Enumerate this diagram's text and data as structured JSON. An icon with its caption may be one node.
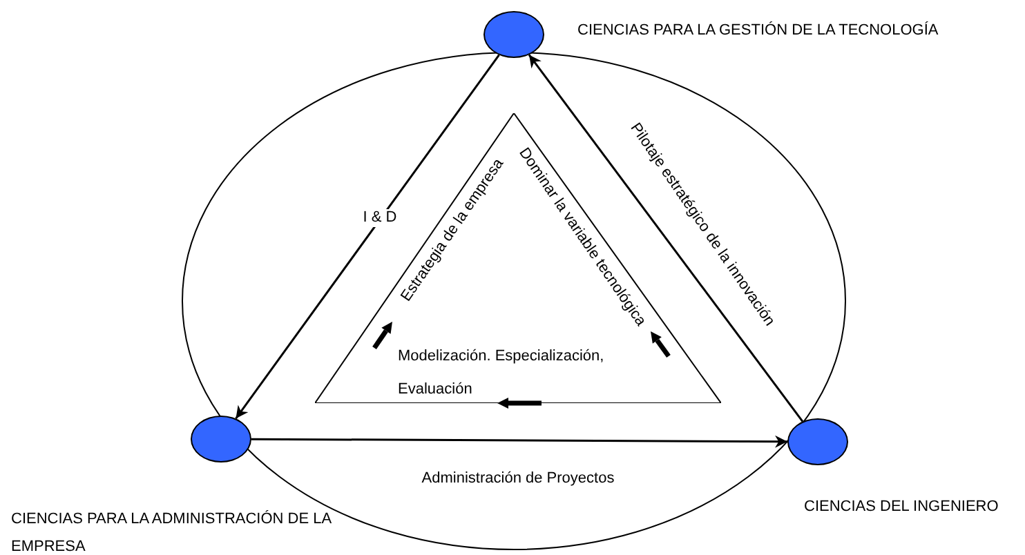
{
  "diagram": {
    "nodes": [
      {
        "text": [],
        "shape": "circle",
        "beside": [
          "CIENCIAS PARA LA GESTIÓN DE LA TECNOLOGÍA"
        ]
      },
      {
        "text": [],
        "shape": "circle",
        "beside": [
          "CIENCIAS PARA LA ADMINISTRACIÓN DE LA EMPRESA"
        ]
      },
      {
        "text": [],
        "shape": "circle",
        "beside": [
          "CIENCIAS DEL INGENIERO"
        ]
      },
      {
        "text": [
          "Estrategia de la empresa",
          "Dominar la variable tecnológica",
          "Modelización. Especialización, Evaluación"
        ]
      }
    ],
    "edges": [
      {
        "from": 0,
        "to": 1,
        "arrow": "to",
        "label": "I & D"
      },
      {
        "from": 2,
        "to": 0,
        "arrow": "to",
        "label": "Pilotaje estratégico de la innovación"
      },
      {
        "from": 1,
        "to": 2,
        "arrow": "to",
        "label": "Administración de Proyectos"
      }
    ]
  }
}
